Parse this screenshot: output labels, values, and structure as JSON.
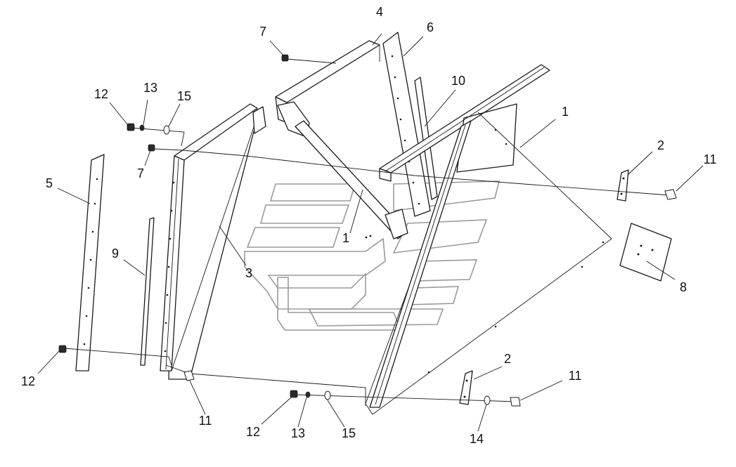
{
  "callouts": {
    "c1a": "1",
    "c1b": "1",
    "c2a": "2",
    "c2b": "2",
    "c3": "3",
    "c4": "4",
    "c5": "5",
    "c6": "6",
    "c7a": "7",
    "c7b": "7",
    "c8": "8",
    "c9": "9",
    "c10": "10",
    "c11a": "11",
    "c11b": "11",
    "c11c": "11",
    "c12a": "12",
    "c12b": "12",
    "c12c": "12",
    "c13a": "13",
    "c13b": "13",
    "c14": "14",
    "c15a": "15",
    "c15b": "15"
  }
}
